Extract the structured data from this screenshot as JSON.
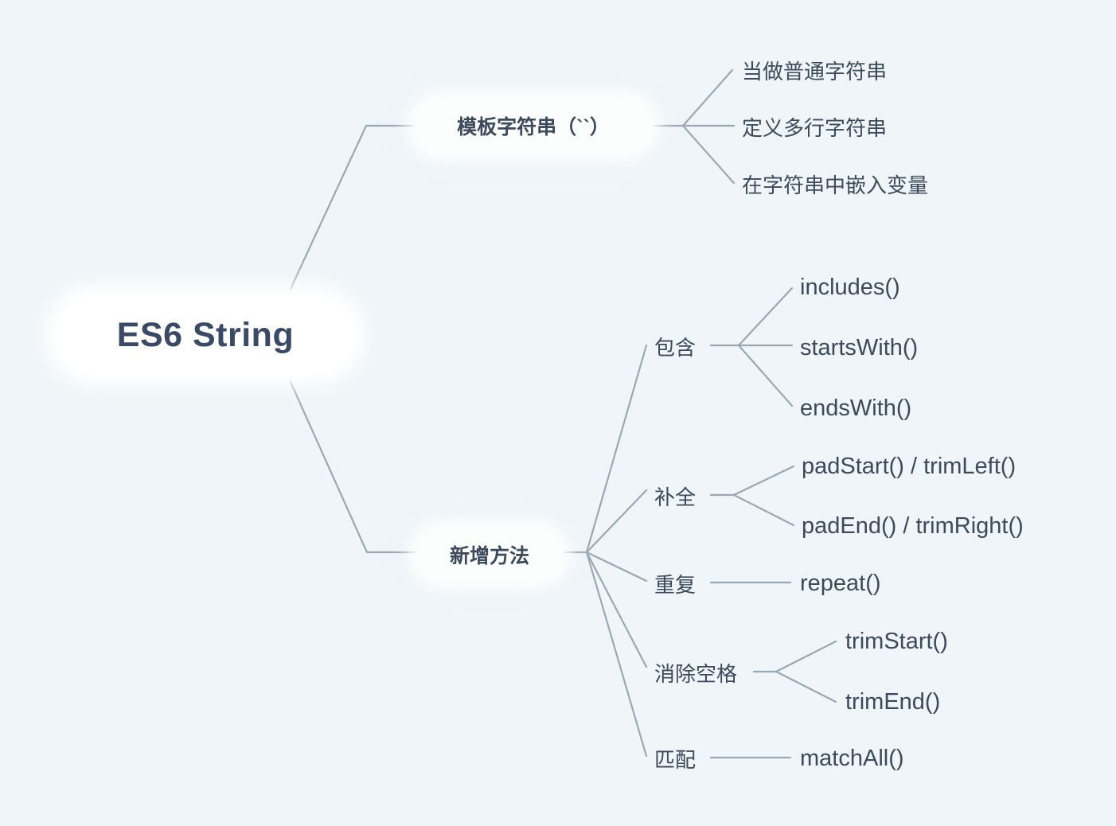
{
  "canvas": {
    "background_color": "#eff5f8",
    "edge_color": "#9aa8b4",
    "text_color": "#3d4a5c",
    "root_text_color": "#3a4a66",
    "node_fill_color": "#ffffff"
  },
  "chart_data": {
    "type": "diagram",
    "title": "ES6 String",
    "layout": "mind-map",
    "root": "ES6 String",
    "nodes": [
      {
        "id": "root",
        "label": "ES6 String",
        "level": 0,
        "shape": "pill",
        "children": [
          "template-string",
          "new-methods"
        ]
      },
      {
        "id": "template-string",
        "label": "模板字符串（``）",
        "level": 1,
        "shape": "pill",
        "children": [
          "plain-string",
          "multiline-string",
          "embed-variable"
        ]
      },
      {
        "id": "plain-string",
        "label": "当做普通字符串",
        "level": 2,
        "shape": "text",
        "children": []
      },
      {
        "id": "multiline-string",
        "label": "定义多行字符串",
        "level": 2,
        "shape": "text",
        "children": []
      },
      {
        "id": "embed-variable",
        "label": "在字符串中嵌入变量",
        "level": 2,
        "shape": "text",
        "children": []
      },
      {
        "id": "new-methods",
        "label": "新增方法",
        "level": 1,
        "shape": "pill",
        "children": [
          "contains",
          "pad",
          "repeat",
          "trim-space",
          "match"
        ]
      },
      {
        "id": "contains",
        "label": "包含",
        "level": 2,
        "shape": "text",
        "children": [
          "includes",
          "startsWith",
          "endsWith"
        ]
      },
      {
        "id": "includes",
        "label": "includes()",
        "level": 3,
        "shape": "text",
        "children": []
      },
      {
        "id": "startsWith",
        "label": "startsWith()",
        "level": 3,
        "shape": "text",
        "children": []
      },
      {
        "id": "endsWith",
        "label": "endsWith()",
        "level": 3,
        "shape": "text",
        "children": []
      },
      {
        "id": "pad",
        "label": "补全",
        "level": 2,
        "shape": "text",
        "children": [
          "padStart",
          "padEnd"
        ]
      },
      {
        "id": "padStart",
        "label": "padStart() / trimLeft()",
        "level": 3,
        "shape": "text",
        "children": []
      },
      {
        "id": "padEnd",
        "label": "padEnd() / trimRight()",
        "level": 3,
        "shape": "text",
        "children": []
      },
      {
        "id": "repeat",
        "label": "重复",
        "level": 2,
        "shape": "text",
        "children": [
          "repeat-fn"
        ]
      },
      {
        "id": "repeat-fn",
        "label": "repeat()",
        "level": 3,
        "shape": "text",
        "children": []
      },
      {
        "id": "trim-space",
        "label": "消除空格",
        "level": 2,
        "shape": "text",
        "children": [
          "trimStart",
          "trimEnd"
        ]
      },
      {
        "id": "trimStart",
        "label": "trimStart()",
        "level": 3,
        "shape": "text",
        "children": []
      },
      {
        "id": "trimEnd",
        "label": "trimEnd()",
        "level": 3,
        "shape": "text",
        "children": []
      },
      {
        "id": "match",
        "label": "匹配",
        "level": 2,
        "shape": "text",
        "children": [
          "matchAll"
        ]
      },
      {
        "id": "matchAll",
        "label": "matchAll()",
        "level": 3,
        "shape": "text",
        "children": []
      }
    ]
  },
  "root": {
    "label": "ES6 String"
  },
  "branches": {
    "template_string": {
      "label": "模板字符串（``）",
      "leaves": [
        {
          "label": "当做普通字符串"
        },
        {
          "label": "定义多行字符串"
        },
        {
          "label": "在字符串中嵌入变量"
        }
      ]
    },
    "new_methods": {
      "label": "新增方法",
      "categories": [
        {
          "label": "包含",
          "methods": [
            {
              "label": "includes()"
            },
            {
              "label": "startsWith()"
            },
            {
              "label": "endsWith()"
            }
          ]
        },
        {
          "label": "补全",
          "methods": [
            {
              "label": "padStart() / trimLeft()"
            },
            {
              "label": "padEnd() / trimRight()"
            }
          ]
        },
        {
          "label": "重复",
          "methods": [
            {
              "label": "repeat()"
            }
          ]
        },
        {
          "label": "消除空格",
          "methods": [
            {
              "label": "trimStart()"
            },
            {
              "label": "trimEnd()"
            }
          ]
        },
        {
          "label": "匹配",
          "methods": [
            {
              "label": "matchAll()"
            }
          ]
        }
      ]
    }
  }
}
